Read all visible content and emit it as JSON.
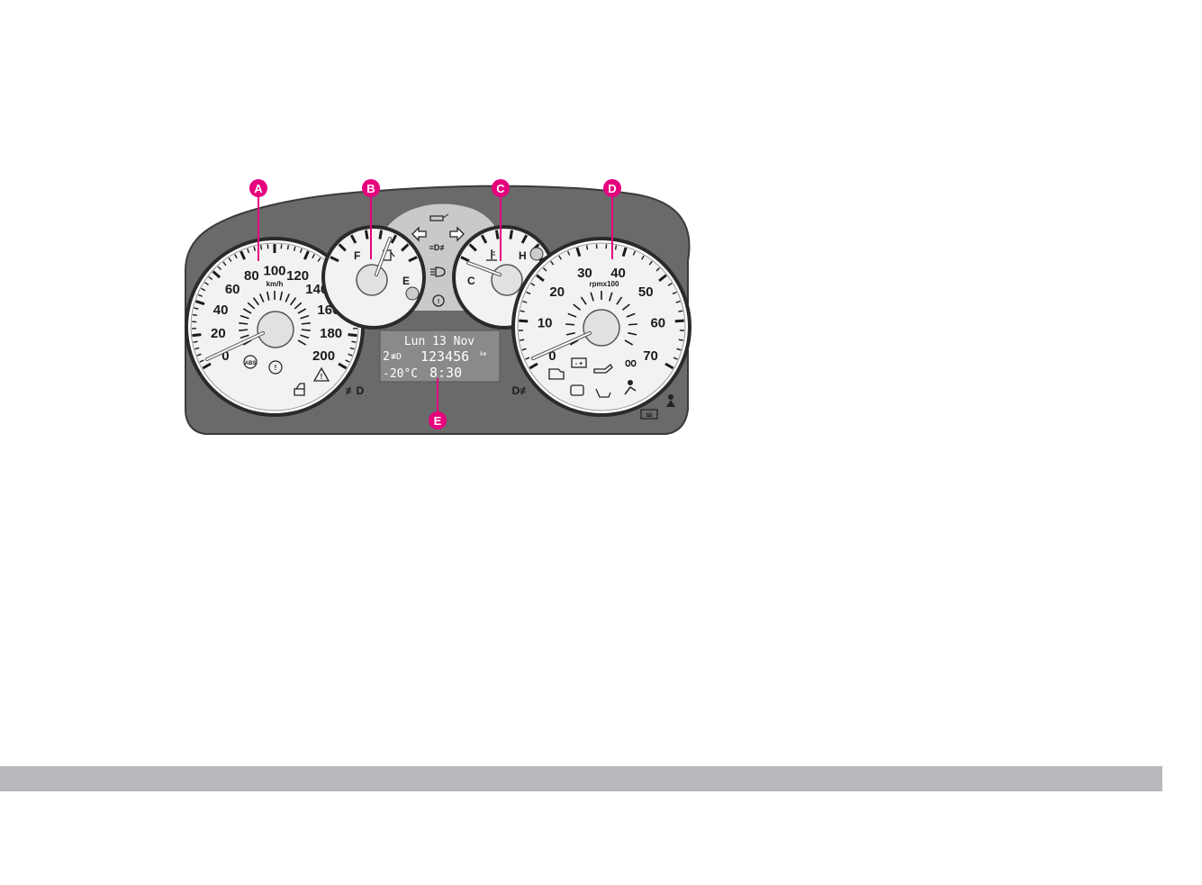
{
  "speedometer": {
    "unit": "km/h",
    "labels": [
      "0",
      "20",
      "40",
      "60",
      "80",
      "100",
      "120",
      "140",
      "160",
      "180",
      "200"
    ],
    "warning_icons": [
      "abs-icon",
      "brake-icon",
      "door-open-icon",
      "hazard-icon"
    ]
  },
  "fuel_gauge": {
    "full_label": "F",
    "empty_label": "E",
    "icon": "fuel-pump-icon"
  },
  "temp_gauge": {
    "cold_label": "C",
    "hot_label": "H",
    "icon": "coolant-temp-icon"
  },
  "tachometer": {
    "unit": "rpmx100",
    "labels": [
      "0",
      "10",
      "20",
      "30",
      "40",
      "50",
      "60",
      "70"
    ],
    "warning_icons": [
      "engine-icon",
      "battery-icon",
      "oil-pressure-icon",
      "glow-plug-icon",
      "immobilizer-icon",
      "coolant-level-icon",
      "airbag-icon",
      "seatbelt-icon",
      "rear-defrost-icon"
    ]
  },
  "center_icons": [
    "turn-left-icon",
    "turn-right-icon",
    "washer-icon",
    "front-fog-icon",
    "high-beam-icon",
    "fault-icon",
    "rear-fog-icon",
    "front-fog-left-icon"
  ],
  "display": {
    "date": "Lun 13 Nov",
    "gear": "2",
    "odometer": "123456",
    "odometer_unit": "km",
    "temperature": "-20°C",
    "time": "8:30"
  },
  "callouts": [
    "A",
    "B",
    "C",
    "D",
    "E"
  ],
  "colors": {
    "callout": "#e6007e",
    "panel": "#6b6b6b",
    "gauge_face": "#eeeeee",
    "lcd": "#8a8a8a"
  }
}
